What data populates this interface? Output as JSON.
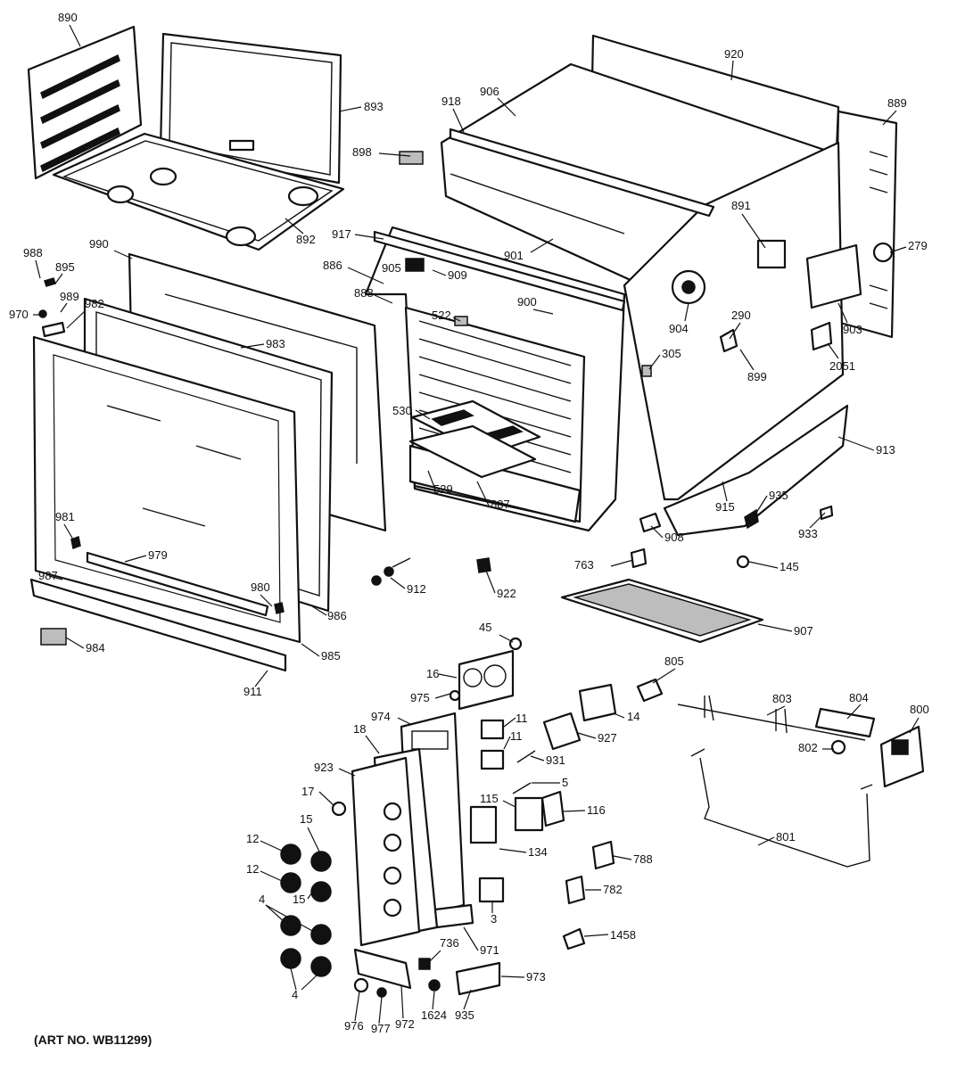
{
  "diagram": {
    "art_number": "(ART NO. WB11299)",
    "callouts": {
      "c890": "890",
      "c893": "893",
      "c892": "892",
      "c898": "898",
      "c918": "918",
      "c906": "906",
      "c920": "920",
      "c889": "889",
      "c891": "891",
      "c279": "279",
      "c917": "917",
      "c901": "901",
      "c886": "886",
      "c905": "905",
      "c909": "909",
      "c888": "888",
      "c900": "900",
      "c522": "522",
      "c904": "904",
      "c290": "290",
      "c903": "903",
      "c305": "305",
      "c899": "899",
      "c2051": "2051",
      "c988": "988",
      "c895": "895",
      "c990": "990",
      "c989": "989",
      "c970": "970",
      "c982": "982",
      "c983": "983",
      "c530": "530",
      "c913": "913",
      "c529": "529",
      "c887": "887",
      "c915": "915",
      "c935a": "935",
      "c933": "933",
      "c981": "981",
      "c908": "908",
      "c979": "979",
      "c763": "763",
      "c145": "145",
      "c987": "987",
      "c912": "912",
      "c922": "922",
      "c980": "980",
      "c986": "986",
      "c907": "907",
      "c984": "984",
      "c985": "985",
      "c45": "45",
      "c805": "805",
      "c911": "911",
      "c16": "16",
      "c803": "803",
      "c804": "804",
      "c800": "800",
      "c975": "975",
      "c14": "14",
      "c974": "974",
      "c18": "18",
      "c11a": "11",
      "c11b": "11",
      "c927": "927",
      "c802": "802",
      "c931": "931",
      "c923": "923",
      "c5": "5",
      "c17": "17",
      "c115": "115",
      "c116": "116",
      "c15a": "15",
      "c12a": "12",
      "c801": "801",
      "c134": "134",
      "c788": "788",
      "c12b": "12",
      "c15b": "15",
      "c782": "782",
      "c4a": "4",
      "c3": "3",
      "c1458": "1458",
      "c736": "736",
      "c971": "971",
      "c4b": "4",
      "c973": "973",
      "c976": "976",
      "c977": "977",
      "c972": "972",
      "c1624": "1624",
      "c935b": "935"
    }
  }
}
